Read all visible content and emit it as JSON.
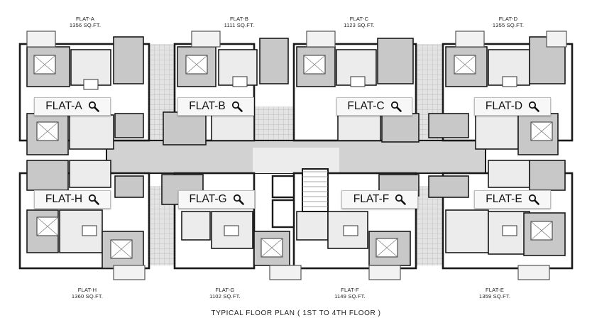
{
  "title": "TYPICAL FLOOR PLAN ( 1ST TO 4TH FLOOR )",
  "flats": [
    {
      "id": "a",
      "label": "FLAT-A",
      "name": "FLAT-A",
      "area": "1356 SQ.FT."
    },
    {
      "id": "b",
      "label": "FLAT-B",
      "name": "FLAT-B",
      "area": "1111 SQ.FT."
    },
    {
      "id": "c",
      "label": "FLAT-C",
      "name": "FLAT-C",
      "area": "1123 SQ.FT."
    },
    {
      "id": "d",
      "label": "FLAT-D",
      "name": "FLAT-D",
      "area": "1355 SQ.FT."
    },
    {
      "id": "e",
      "label": "FLAT-E",
      "name": "FLAT-E",
      "area": "1359 SQ.FT."
    },
    {
      "id": "f",
      "label": "FLAT-F",
      "name": "FLAT-F",
      "area": "1149 SQ.FT."
    },
    {
      "id": "g",
      "label": "FLAT-G",
      "name": "FLAT-G",
      "area": "1102 SQ.FT."
    },
    {
      "id": "h",
      "label": "FLAT-H",
      "name": "FLAT-H",
      "area": "1360 SQ.FT."
    }
  ],
  "colors": {
    "wall": "#1a1a1a",
    "room_gray": "#c8c8c8",
    "room_light": "#ececec",
    "corridor": "#d2d2d2"
  }
}
